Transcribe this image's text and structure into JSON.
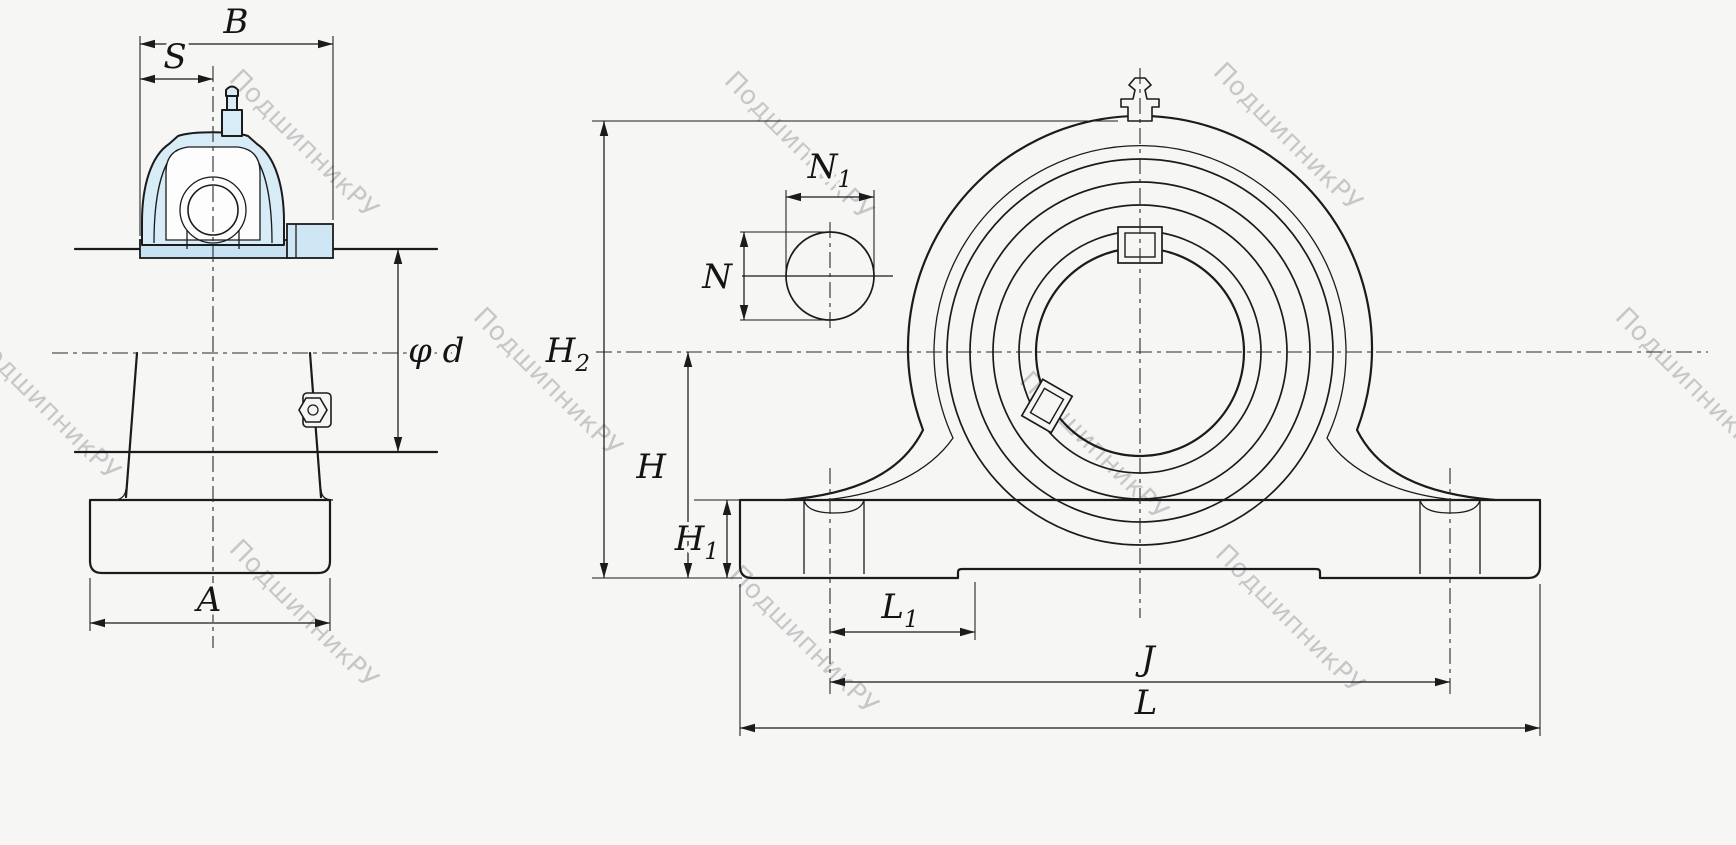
{
  "watermark": {
    "text": "ПодшипникРУ"
  },
  "dims": {
    "B": {
      "label": "B",
      "sub": ""
    },
    "S": {
      "label": "S",
      "sub": ""
    },
    "phi_d": {
      "label": "φ d",
      "sub": ""
    },
    "A": {
      "label": "A",
      "sub": ""
    },
    "H2": {
      "label": "H",
      "sub": "2"
    },
    "H": {
      "label": "H",
      "sub": ""
    },
    "H1": {
      "label": "H",
      "sub": "1"
    },
    "N": {
      "label": "N",
      "sub": ""
    },
    "N1": {
      "label": "N",
      "sub": "1"
    },
    "L1": {
      "label": "L",
      "sub": "1"
    },
    "J": {
      "label": "J",
      "sub": ""
    },
    "L": {
      "label": "L",
      "sub": ""
    }
  },
  "colors": {
    "line": "#1b1b1b",
    "centerline": "#2a2a2a",
    "bearing_cap_fill": "#d8ecf8",
    "bearing_seat_fill": "#c6e2f3",
    "background": "#f6f6f5",
    "watermark": "#bfbfbf"
  }
}
